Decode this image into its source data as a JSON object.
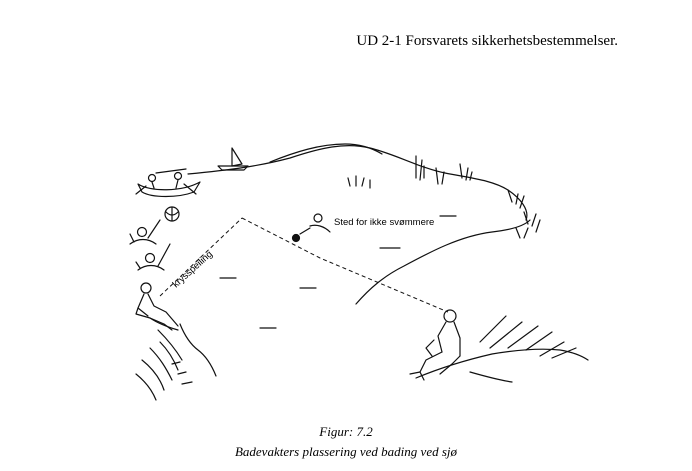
{
  "header": {
    "title": "UD 2-1 Forsvarets sikkerhetsbestemmelser."
  },
  "figure": {
    "label_crossing": "krysspeiling",
    "label_nonswimmers": "Sted for ikke svømmere"
  },
  "caption": {
    "number": "Figur: 7.2",
    "text": "Badevakters plassering ved bading ved sjø"
  }
}
